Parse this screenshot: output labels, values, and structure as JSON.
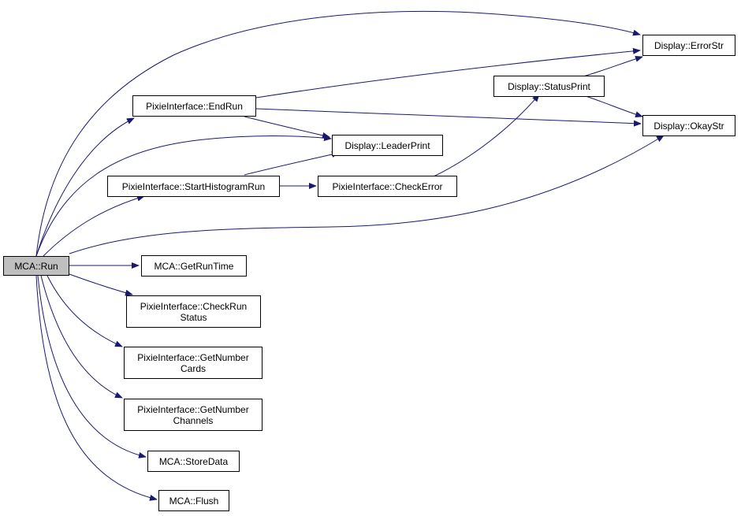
{
  "colors": {
    "edge": "#191970",
    "root_fill": "#bfbfbf",
    "node_fill": "#ffffff",
    "border": "#000000"
  },
  "nodes": {
    "run": {
      "lines": [
        "MCA::Run"
      ]
    },
    "end_run": {
      "lines": [
        "PixieInterface::EndRun"
      ]
    },
    "start_histogram_run": {
      "lines": [
        "PixieInterface::StartHistogramRun"
      ]
    },
    "leader_print": {
      "lines": [
        "Display::LeaderPrint"
      ]
    },
    "check_error": {
      "lines": [
        "PixieInterface::CheckError"
      ]
    },
    "status_print": {
      "lines": [
        "Display::StatusPrint"
      ]
    },
    "error_str": {
      "lines": [
        "Display::ErrorStr"
      ]
    },
    "okay_str": {
      "lines": [
        "Display::OkayStr"
      ]
    },
    "get_run_time": {
      "lines": [
        "MCA::GetRunTime"
      ]
    },
    "check_run_status": {
      "lines": [
        "PixieInterface::CheckRun",
        "Status"
      ]
    },
    "get_number_cards": {
      "lines": [
        "PixieInterface::GetNumber",
        "Cards"
      ]
    },
    "get_number_channels": {
      "lines": [
        "PixieInterface::GetNumber",
        "Channels"
      ]
    },
    "store_data": {
      "lines": [
        "MCA::StoreData"
      ]
    },
    "flush": {
      "lines": [
        "MCA::Flush"
      ]
    }
  }
}
